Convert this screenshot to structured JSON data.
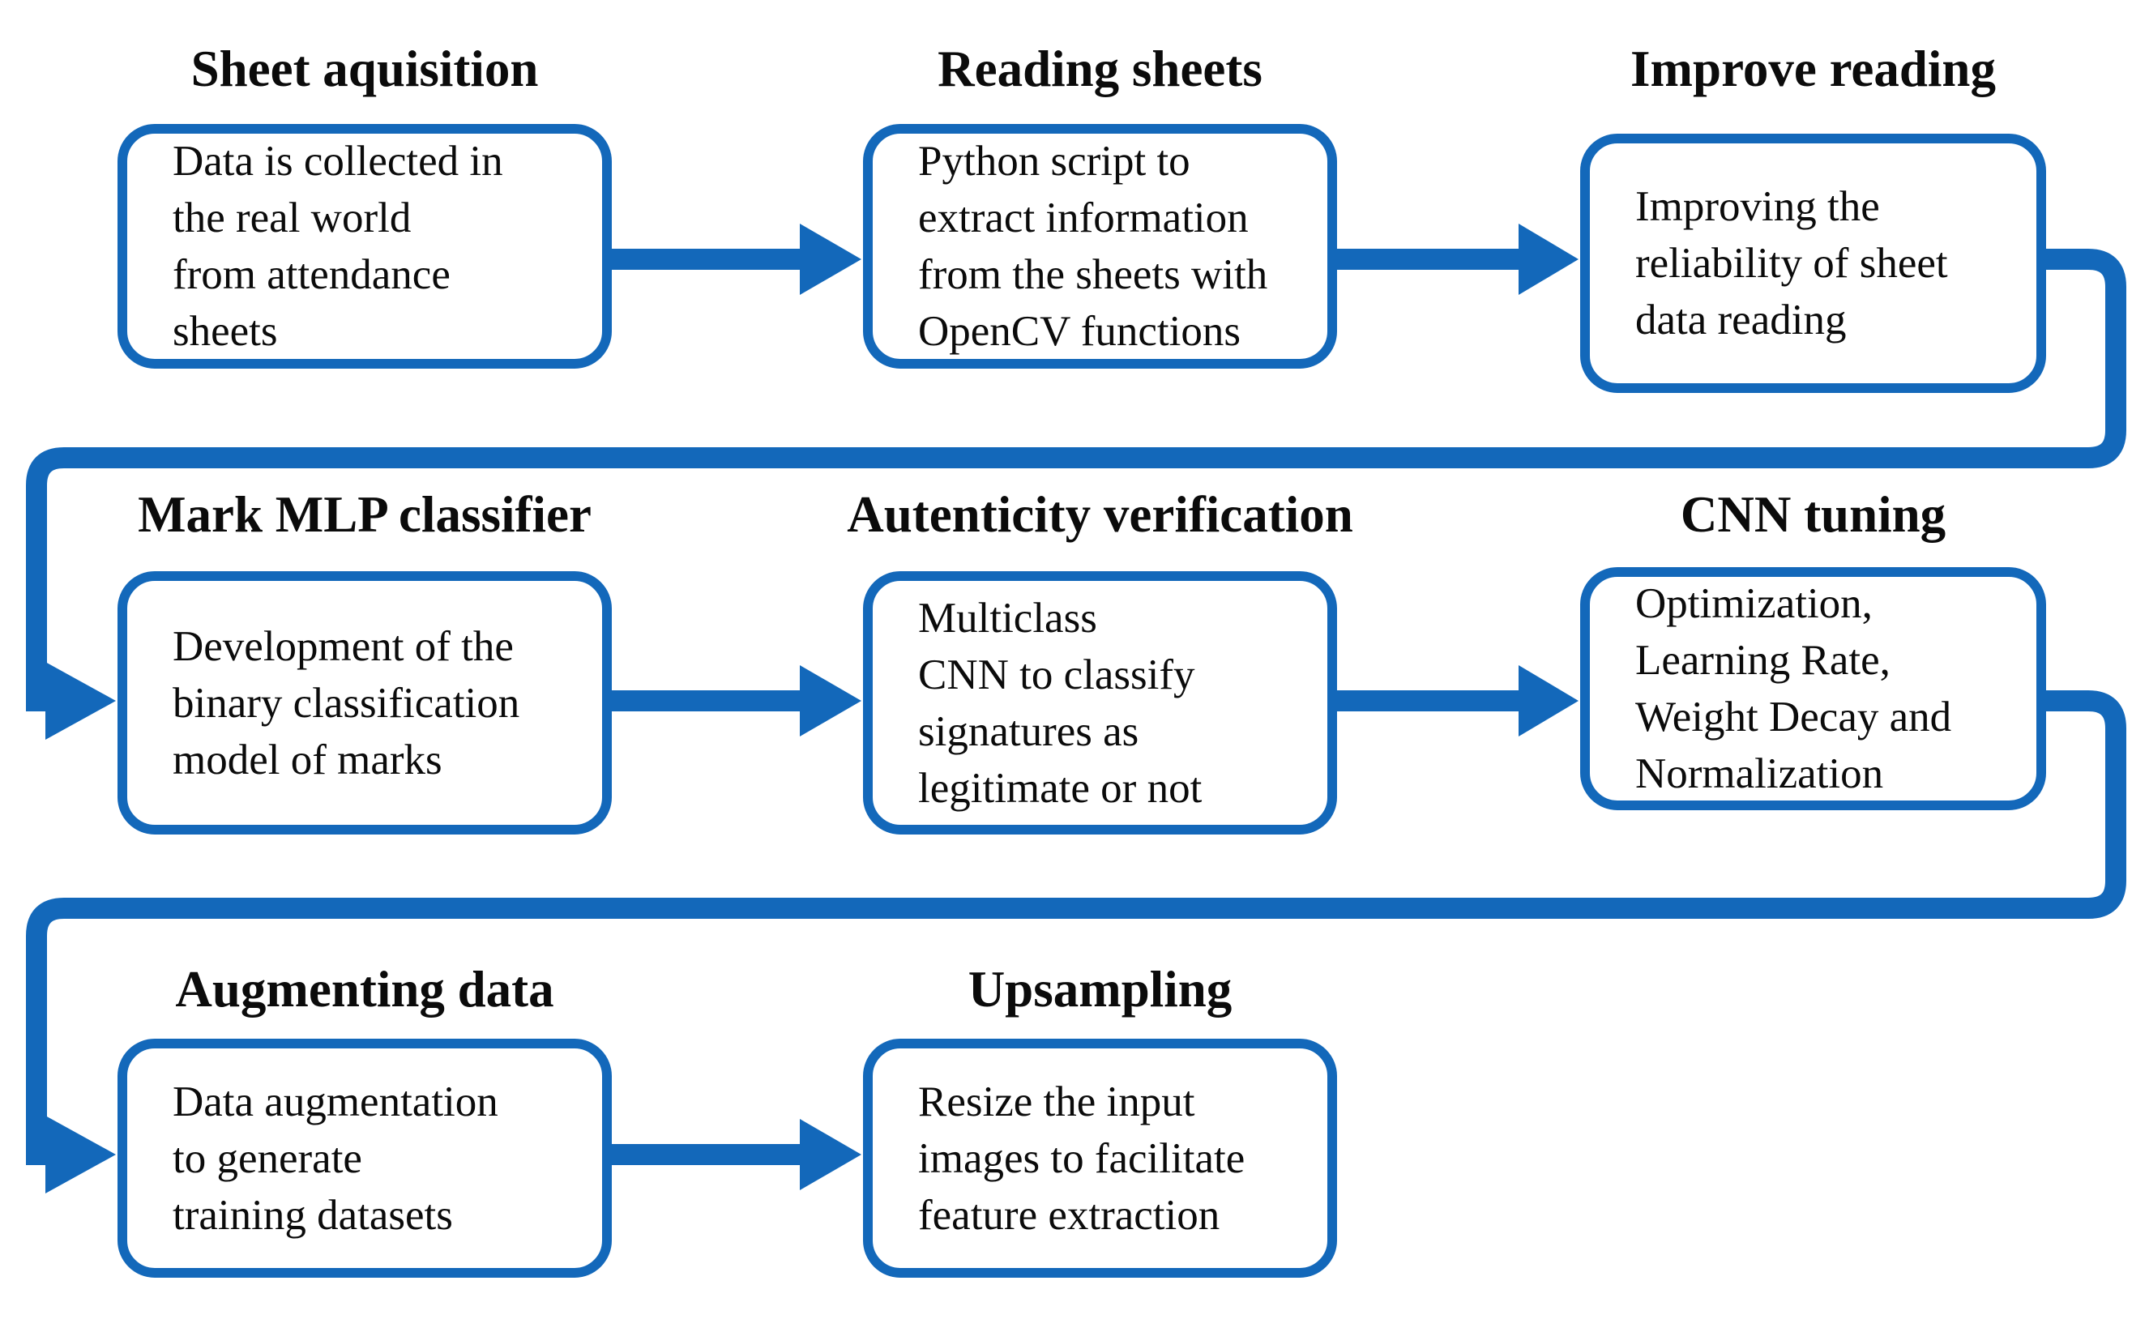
{
  "diagram": {
    "accent_color": "#1368BA",
    "background_color": "#FFFFFF",
    "flow_order": "snake-left-to-right-3-rows",
    "steps": [
      {
        "title": "Sheet aquisition",
        "body": "Data is collected in\nthe real world\nfrom attendance\nsheets"
      },
      {
        "title": "Reading sheets",
        "body": "Python script to\nextract information\nfrom the sheets with\nOpenCV functions"
      },
      {
        "title": "Improve reading",
        "body": "Improving the\nreliability of sheet\ndata reading"
      },
      {
        "title": "Mark MLP classifier",
        "body": "Development of the\nbinary classification\nmodel of marks"
      },
      {
        "title": "Autenticity verification",
        "body": "Multiclass\nCNN to classify\nsignatures as\nlegitimate or not"
      },
      {
        "title": "CNN tuning",
        "body": "Optimization,\nLearning Rate,\nWeight Decay and\nNormalization"
      },
      {
        "title": "Augmenting data",
        "body": "Data augmentation\nto generate\ntraining datasets"
      },
      {
        "title": "Upsampling",
        "body": "Resize the input\nimages to facilitate\nfeature extraction"
      }
    ]
  }
}
